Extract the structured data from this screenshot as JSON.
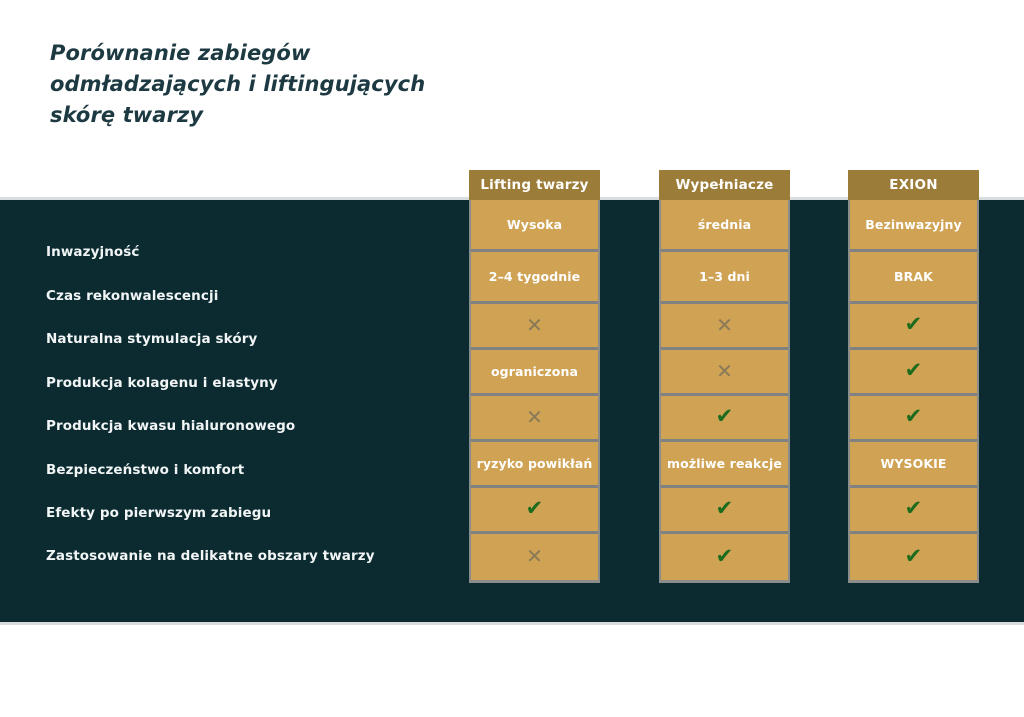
{
  "title": "Porównanie zabiegów odmładzających i liftingujących skórę twarzy",
  "colors": {
    "page_background": "#ffffff",
    "panel_background": "#0b2b31",
    "header_gold": "#9c7c39",
    "cell_gold": "#cfa254",
    "separator_grey": "#7f8280",
    "title_text": "#1d3a42",
    "yes_green": "#1d6b1d",
    "no_grey": "#8a7a58"
  },
  "table": {
    "row_labels": [
      "Inwazyjność",
      "Czas rekonwalescencji",
      "Naturalna stymulacja skóry",
      "Produkcja kolagenu i elastyny",
      "Produkcja kwasu hialuronowego",
      "Bezpieczeństwo i komfort",
      "Efekty po pierwszym zabiegu",
      "Zastosowanie na delikatne obszary twarzy"
    ],
    "columns": [
      {
        "header": "Lifting twarzy",
        "cells": [
          {
            "type": "text",
            "value": "Wysoka"
          },
          {
            "type": "text",
            "value": "2–4 tygodnie"
          },
          {
            "type": "no",
            "value": "✕"
          },
          {
            "type": "text",
            "value": "ograniczona"
          },
          {
            "type": "no",
            "value": "✕"
          },
          {
            "type": "text",
            "value": "ryzyko powikłań"
          },
          {
            "type": "yes",
            "value": "✔"
          },
          {
            "type": "no",
            "value": "✕"
          }
        ]
      },
      {
        "header": "Wypełniacze",
        "cells": [
          {
            "type": "text",
            "value": "średnia"
          },
          {
            "type": "text",
            "value": "1–3 dni"
          },
          {
            "type": "no",
            "value": "✕"
          },
          {
            "type": "no",
            "value": "✕"
          },
          {
            "type": "yes",
            "value": "✔"
          },
          {
            "type": "text",
            "value": "możliwe reakcje"
          },
          {
            "type": "yes",
            "value": "✔"
          },
          {
            "type": "yes",
            "value": "✔"
          }
        ]
      },
      {
        "header": "EXION",
        "cells": [
          {
            "type": "text",
            "value": "Bezinwazyjny"
          },
          {
            "type": "text",
            "value": "BRAK"
          },
          {
            "type": "yes",
            "value": "✔"
          },
          {
            "type": "yes",
            "value": "✔"
          },
          {
            "type": "yes",
            "value": "✔"
          },
          {
            "type": "text",
            "value": "WYSOKIE"
          },
          {
            "type": "yes",
            "value": "✔"
          },
          {
            "type": "yes",
            "value": "✔"
          }
        ]
      }
    ]
  }
}
